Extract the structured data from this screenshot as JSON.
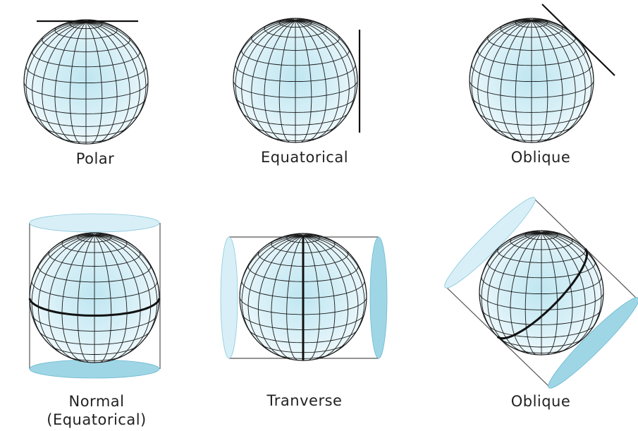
{
  "captions": {
    "polar": "Polar",
    "equatorical": "Equatorical",
    "oblique_plane": "Oblique",
    "normal_line1": "Normal",
    "normal_line2": "(Equatorical)",
    "tranverse": "Tranverse",
    "oblique_cylinder": "Oblique"
  },
  "colors": {
    "sphere_center": "#bfe6f1",
    "sphere_edge": "#eaf7fb",
    "grid": "#1a1a1a",
    "cylinder_cap_light": "#d8eff7",
    "cylinder_cap_dark": "#9fd6e6",
    "projection_line": "#111111"
  },
  "icons": {
    "globe": "graticule-globe-icon",
    "tangent_plane": "tangent-plane-line"
  }
}
